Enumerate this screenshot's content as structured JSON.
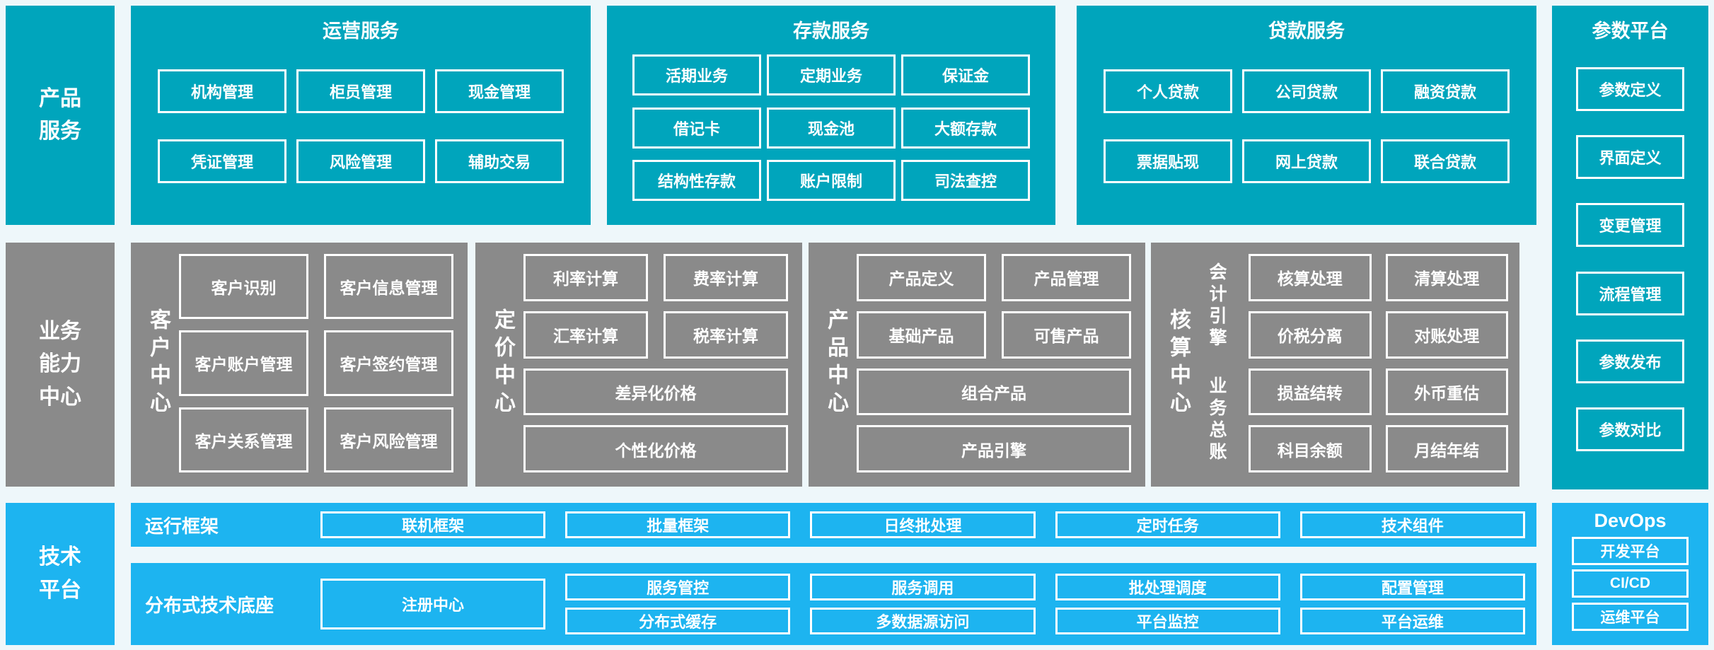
{
  "colors": {
    "teal": "#00a5bc",
    "gray": "#8a8a8a",
    "blue": "#1db4f0",
    "bg": "#eef7fa",
    "text": "#ffffff"
  },
  "rails": {
    "product": {
      "lines": [
        "产品",
        "服务"
      ]
    },
    "business": {
      "lines": [
        "业务",
        "能力",
        "中心"
      ]
    },
    "tech": {
      "lines": [
        "技术",
        "平台"
      ]
    }
  },
  "top_services": [
    {
      "title": "运营服务",
      "rows": [
        [
          "机构管理",
          "柜员管理",
          "现金管理"
        ],
        [
          "凭证管理",
          "风险管理",
          "辅助交易"
        ]
      ]
    },
    {
      "title": "存款服务",
      "rows": [
        [
          "活期业务",
          "定期业务",
          "保证金"
        ],
        [
          "借记卡",
          "现金池",
          "大额存款"
        ],
        [
          "结构性存款",
          "账户限制",
          "司法查控"
        ]
      ]
    },
    {
      "title": "贷款服务",
      "rows": [
        [
          "个人贷款",
          "公司贷款",
          "融资贷款"
        ],
        [
          "票据贴现",
          "网上贷款",
          "联合贷款"
        ]
      ]
    }
  ],
  "param_platform": {
    "title": "参数平台",
    "items": [
      "参数定义",
      "界面定义",
      "变更管理",
      "流程管理",
      "参数发布",
      "参数对比"
    ]
  },
  "centers": {
    "customer": {
      "label": "客户中心",
      "rows": [
        [
          "客户识别",
          "客户信息管理"
        ],
        [
          "客户账户管理",
          "客户签约管理"
        ],
        [
          "客户关系管理",
          "客户风险管理"
        ]
      ]
    },
    "pricing": {
      "label": "定价中心",
      "rows": [
        [
          "利率计算",
          "费率计算"
        ],
        [
          "汇率计算",
          "税率计算"
        ]
      ],
      "wide": [
        "差异化价格",
        "个性化价格"
      ]
    },
    "product": {
      "label": "产品中心",
      "rows": [
        [
          "产品定义",
          "产品管理"
        ],
        [
          "基础产品",
          "可售产品"
        ]
      ],
      "wide": [
        "组合产品",
        "产品引擎"
      ]
    },
    "accounting": {
      "label": "核算中心",
      "groups": [
        {
          "label": "会计引擎",
          "rows": [
            [
              "核算处理",
              "清算处理"
            ],
            [
              "价税分离",
              "对账处理"
            ]
          ]
        },
        {
          "label": "业务总账",
          "rows": [
            [
              "损益结转",
              "外币重估"
            ],
            [
              "科目余额",
              "月结年结"
            ]
          ]
        }
      ]
    }
  },
  "tech": {
    "runtime": {
      "label": "运行框架",
      "items": [
        "联机框架",
        "批量框架",
        "日终批处理",
        "定时任务",
        "技术组件"
      ]
    },
    "distributed": {
      "label": "分布式技术底座",
      "registry": "注册中心",
      "rows": [
        [
          "服务管控",
          "服务调用",
          "批处理调度",
          "配置管理"
        ],
        [
          "分布式缓存",
          "多数据源访问",
          "平台监控",
          "平台运维"
        ]
      ]
    }
  },
  "devops": {
    "title": "DevOps",
    "items": [
      "开发平台",
      "CI/CD",
      "运维平台"
    ]
  }
}
